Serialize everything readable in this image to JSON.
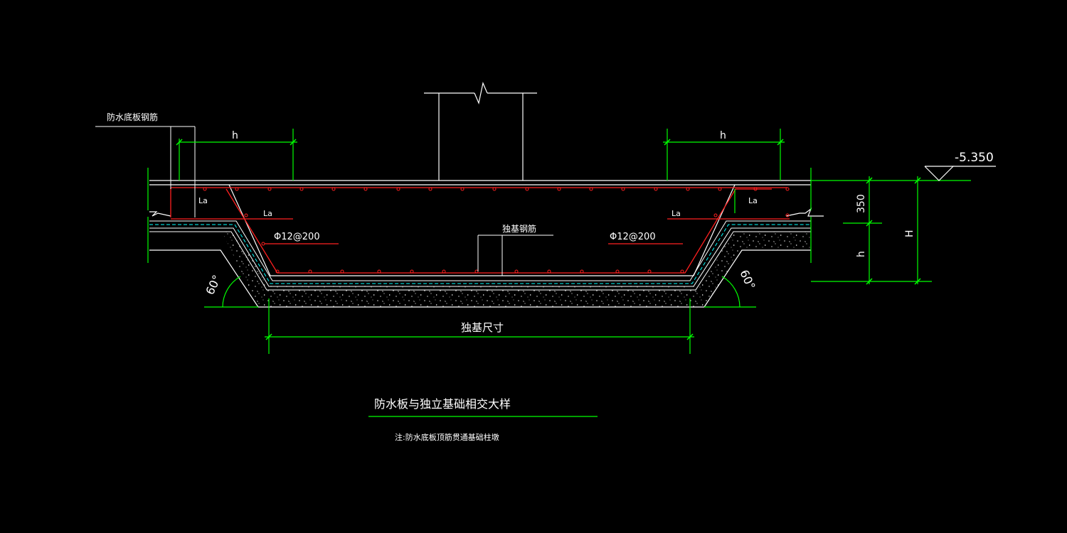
{
  "labels": {
    "slab_rebar": "防水底板钢筋",
    "h_left": "h",
    "h_right": "h",
    "la_left_top": "La",
    "la_left_bottom": "La",
    "la_right_top": "La",
    "la_right_bottom": "La",
    "rebar_left": "Φ12@200",
    "rebar_right": "Φ12@200",
    "footing_rebar": "独基钢筋",
    "elevation": "-5.350",
    "dim_350": "350",
    "dim_h": "h",
    "dim_H": "H",
    "angle_left": "60°",
    "angle_right": "60°",
    "footing_size": "独基尺寸",
    "title": "防水板与独立基础相交大样",
    "note": "注:防水底板顶筋贯通基础柱墩"
  },
  "colors": {
    "background": "#000000",
    "concrete": "#ffffff",
    "dimension": "#00ff00",
    "rebar": "#ff0000",
    "waterproof": "#00ffff",
    "text": "#ffffff"
  }
}
